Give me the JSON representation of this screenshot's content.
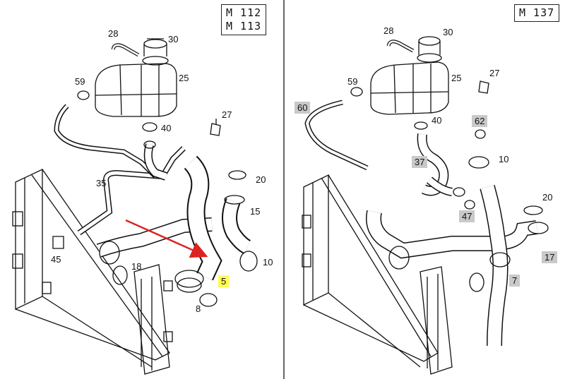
{
  "left_panel": {
    "engine_codes": [
      "M 112",
      "M 113"
    ],
    "callouts": [
      {
        "id": "28",
        "label": "28"
      },
      {
        "id": "30",
        "label": "30"
      },
      {
        "id": "59",
        "label": "59"
      },
      {
        "id": "25",
        "label": "25"
      },
      {
        "id": "27",
        "label": "27"
      },
      {
        "id": "40",
        "label": "40"
      },
      {
        "id": "35",
        "label": "35"
      },
      {
        "id": "20",
        "label": "20"
      },
      {
        "id": "15",
        "label": "15"
      },
      {
        "id": "45",
        "label": "45"
      },
      {
        "id": "10",
        "label": "10"
      },
      {
        "id": "18",
        "label": "18"
      },
      {
        "id": "5",
        "label": "5",
        "highlight": "yellow"
      },
      {
        "id": "8",
        "label": "8"
      }
    ]
  },
  "right_panel": {
    "engine_codes": [
      "M 137"
    ],
    "callouts": [
      {
        "id": "28",
        "label": "28"
      },
      {
        "id": "30",
        "label": "30"
      },
      {
        "id": "59",
        "label": "59"
      },
      {
        "id": "25",
        "label": "25"
      },
      {
        "id": "27",
        "label": "27"
      },
      {
        "id": "60",
        "label": "60",
        "highlight": "gray"
      },
      {
        "id": "40",
        "label": "40"
      },
      {
        "id": "62",
        "label": "62",
        "highlight": "gray"
      },
      {
        "id": "37",
        "label": "37",
        "highlight": "gray"
      },
      {
        "id": "10",
        "label": "10"
      },
      {
        "id": "20",
        "label": "20"
      },
      {
        "id": "47",
        "label": "47",
        "highlight": "gray"
      },
      {
        "id": "17",
        "label": "17",
        "highlight": "gray"
      },
      {
        "id": "7",
        "label": "7",
        "highlight": "gray"
      }
    ]
  },
  "colors": {
    "arrow": "#dd2222",
    "yellow_highlight": "#ffff55",
    "gray_highlight": "#c9c9c9",
    "line": "#111111"
  }
}
